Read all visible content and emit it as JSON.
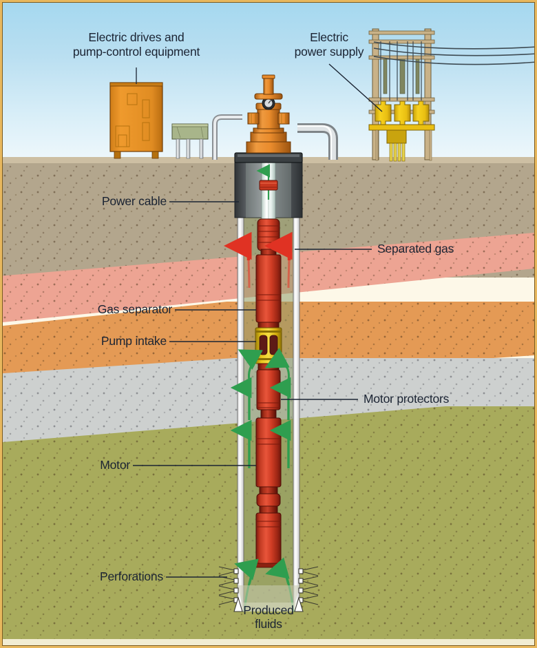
{
  "figure": {
    "title": "Electric submersible pump (ESP) well schematic",
    "border_color": "#e8b85e",
    "sky_color": "#bcdff1",
    "text_color": "#1b2433"
  },
  "labels": {
    "electric_drives": "Electric drives and\npump-control equipment",
    "electric_power": "Electric\npower supply",
    "power_cable": "Power cable",
    "separated_gas": "Separated gas",
    "gas_separator": "Gas separator",
    "pump_intake": "Pump intake",
    "motor_protectors": "Motor protectors",
    "motor": "Motor",
    "perforations": "Perforations",
    "produced_fluids": "Produced\nfluids"
  },
  "strata": [
    {
      "name": "topsoil-sandstone",
      "color": "#b3a храм"
    },
    {
      "name": "upper-sandstone",
      "color": "#b2a58c"
    },
    {
      "name": "salmon-shale",
      "color": "#eda493"
    },
    {
      "name": "orange-sand",
      "color": "#e49a55"
    },
    {
      "name": "gray-limestone",
      "color": "#cdd0cf"
    },
    {
      "name": "olive-reservoir",
      "color": "#a8ab5c"
    }
  ],
  "equipment": {
    "control_cabinet": {
      "name": "Electric drives / pump-control cabinet",
      "color": "#e8922a"
    },
    "junction_box": {
      "name": "Junction box",
      "color": "#a8b58a"
    },
    "flowline": {
      "name": "Surface flowline",
      "color": "#c9ccce"
    },
    "wellhead": {
      "name": "Wellhead Christmas tree",
      "color": "#e08c33"
    },
    "gauge": {
      "name": "Pressure gauge"
    },
    "transformers": {
      "name": "Pole-mounted transformers",
      "count": 3,
      "color": "#f2c416"
    },
    "power_poles": {
      "name": "Power poles",
      "color": "#c9b288"
    },
    "power_lines": {
      "name": "Overhead power lines",
      "count": 3
    },
    "casing": {
      "name": "Well casing",
      "color": "#ffffff"
    },
    "conductor": {
      "name": "Conductor / surface casing",
      "color": "#5a5f63"
    },
    "tubing": {
      "name": "Production tubing",
      "color": "#e8f2ee"
    },
    "esp_string": {
      "name": "ESP string",
      "color": "#c3402a"
    },
    "pump_intake_part": {
      "name": "Pump intake",
      "color": "#e8c61c"
    },
    "perforation_set": {
      "name": "Perforations",
      "count_per_side": 5
    }
  },
  "flow": {
    "gas_arrows": {
      "name": "Separated gas (upward, annulus)",
      "color": "#e03223",
      "count": 2
    },
    "fluid_arrows": {
      "name": "Produced fluid (upward)",
      "color": "#2f9e4f",
      "count": 6
    },
    "intake_arrows": {
      "name": "Fluid entering pump intake",
      "color": "#2f9e4f",
      "count": 2
    },
    "tubing_arrow": {
      "name": "Produced fluid up tubing",
      "color": "#2f9e4f"
    },
    "perf_inflow": {
      "name": "Reservoir inflow through perforations",
      "color": "#2f9e4f",
      "count": 2
    }
  },
  "chart_data": {
    "type": "diagram",
    "title": "Electric submersible pump completion",
    "annotations": [
      "Electric drives and pump-control equipment",
      "Electric power supply",
      "Power cable",
      "Separated gas",
      "Gas separator",
      "Pump intake",
      "Motor protectors",
      "Motor",
      "Perforations",
      "Produced fluids"
    ]
  }
}
